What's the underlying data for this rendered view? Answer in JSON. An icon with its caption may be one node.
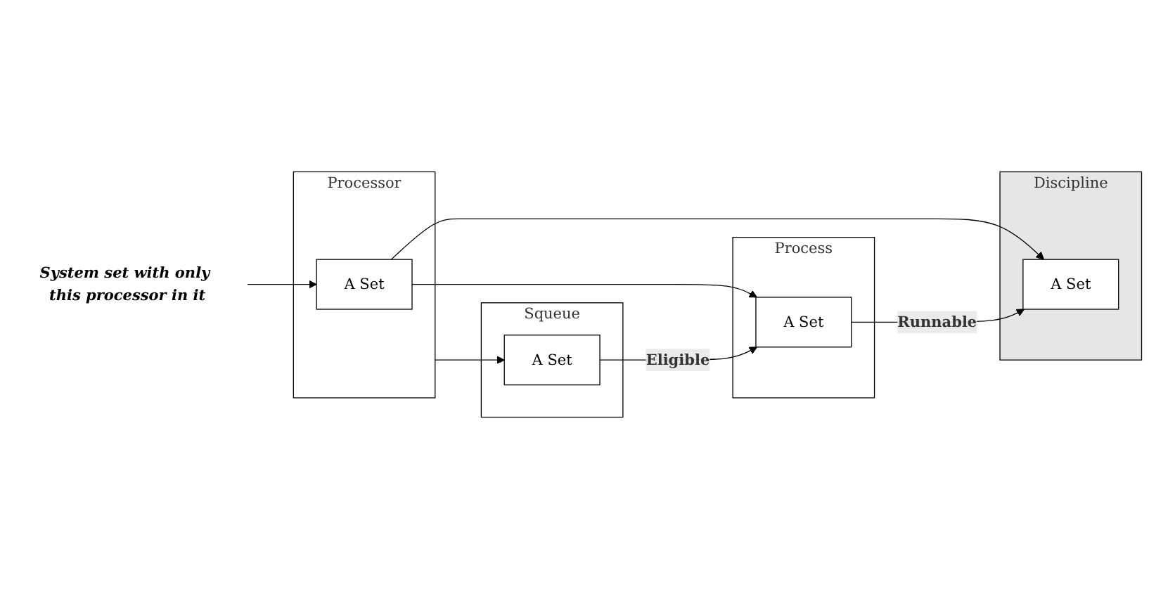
{
  "diagram": {
    "nodes": [
      {
        "text": [
          "Processor"
        ]
      },
      {
        "text": [
          "A Set"
        ],
        "in": 0
      },
      {
        "text": [
          "Squeue"
        ]
      },
      {
        "text": [
          "A Set"
        ],
        "in": 2
      },
      {
        "text": [
          "Process"
        ]
      },
      {
        "text": [
          "A Set"
        ],
        "in": 4
      },
      {
        "text": [
          "Discipline"
        ]
      },
      {
        "text": [
          "A Set"
        ],
        "in": 6
      },
      {
        "text": [
          "System set with only this processor in it"
        ]
      }
    ],
    "edges": [
      {
        "from": 8,
        "to": 1,
        "arrow": "to"
      },
      {
        "from": 1,
        "to": 7,
        "arrow": "to"
      },
      {
        "from": 1,
        "to": 5,
        "arrow": "to"
      },
      {
        "from": 0,
        "to": 3,
        "arrow": "to"
      },
      {
        "from": 3,
        "to": 5,
        "arrow": "to",
        "label": "Eligible"
      },
      {
        "from": 5,
        "to": 7,
        "arrow": "to",
        "label": "Runnable"
      }
    ]
  }
}
